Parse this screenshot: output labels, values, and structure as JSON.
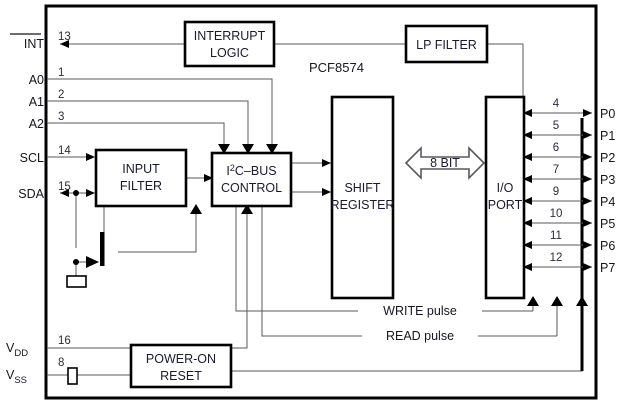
{
  "diagram": {
    "title": "PCF8574",
    "blocks": [
      {
        "id": "interrupt-logic",
        "line1": "INTERRUPT",
        "line2": "LOGIC"
      },
      {
        "id": "lp-filter",
        "line1": "LP FILTER",
        "line2": ""
      },
      {
        "id": "input-filter",
        "line1": "INPUT",
        "line2": "FILTER"
      },
      {
        "id": "i2c-bus-control",
        "line1": "I2C–BUS",
        "line2": "CONTROL"
      },
      {
        "id": "shift-register",
        "line1": "SHIFT",
        "line2": "REGISTER"
      },
      {
        "id": "io-port",
        "line1": "I/O",
        "line2": "PORT"
      },
      {
        "id": "power-on-reset",
        "line1": "POWER-ON",
        "line2": "RESET"
      }
    ],
    "i2c_label": {
      "pre": "I",
      "sup": "2",
      "post": "C–BUS",
      "line2": "CONTROL"
    },
    "bus_arrow_label": "8 BIT",
    "left_pins": [
      {
        "name": "INT",
        "overline": true,
        "num": "13"
      },
      {
        "name": "A0",
        "overline": false,
        "num": "1"
      },
      {
        "name": "A1",
        "overline": false,
        "num": "2"
      },
      {
        "name": "A2",
        "overline": false,
        "num": "3"
      },
      {
        "name": "SCL",
        "overline": false,
        "num": "14"
      },
      {
        "name": "SDA",
        "overline": false,
        "num": "15"
      }
    ],
    "power_pins": [
      {
        "name": "V",
        "sub": "DD",
        "num": "16"
      },
      {
        "name": "V",
        "sub": "SS",
        "num": "8"
      }
    ],
    "right_pins": [
      {
        "name": "P0",
        "num": "4"
      },
      {
        "name": "P1",
        "num": "5"
      },
      {
        "name": "P2",
        "num": "6"
      },
      {
        "name": "P3",
        "num": "7"
      },
      {
        "name": "P4",
        "num": "9"
      },
      {
        "name": "P5",
        "num": "10"
      },
      {
        "name": "P6",
        "num": "11"
      },
      {
        "name": "P7",
        "num": "12"
      }
    ],
    "pulse_labels": [
      {
        "id": "write-pulse",
        "text": "WRITE pulse"
      },
      {
        "id": "read-pulse",
        "text": "READ pulse"
      }
    ],
    "colors": {
      "line": "#58585f",
      "block_border": "#000000",
      "frame": "#000000",
      "text": "#15151f",
      "background": "#ffffff"
    }
  }
}
